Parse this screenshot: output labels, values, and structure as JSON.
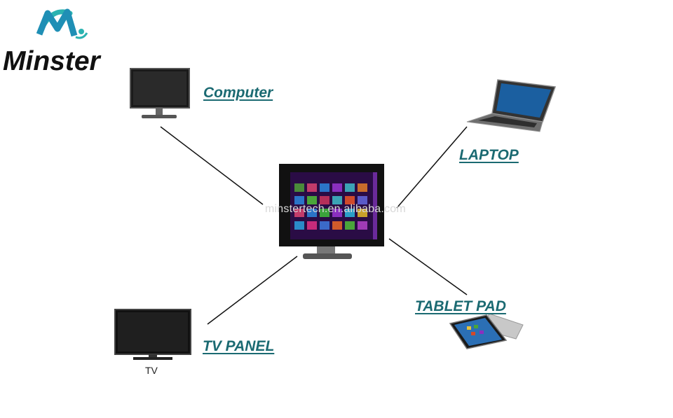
{
  "brand": {
    "name": "Minster",
    "mark": "M",
    "accent": "#2bb3b1"
  },
  "devices": {
    "computer": "Computer",
    "laptop": "LAPTOP",
    "tablet": "TABLET PAD",
    "tv_panel": "TV PANEL",
    "tv_caption": "TV"
  },
  "watermark": "minstertech.en.alibaba.com",
  "colors": {
    "label": "#1b6a72",
    "line": "#111111"
  }
}
